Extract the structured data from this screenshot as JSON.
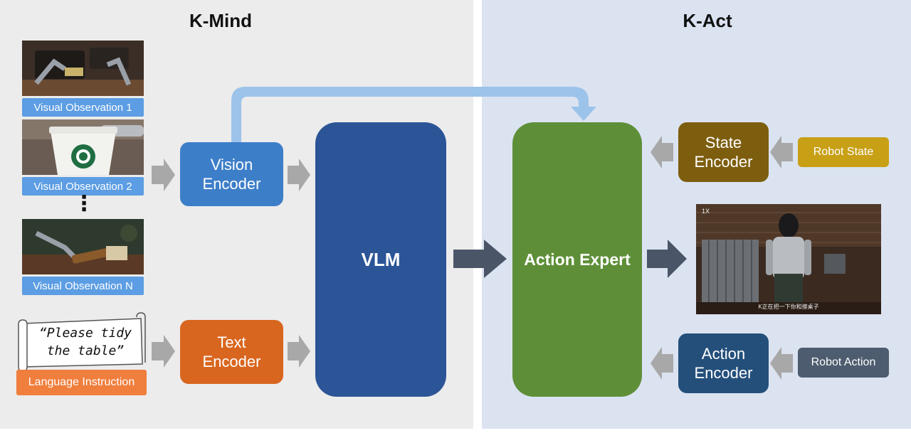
{
  "sections": {
    "left_title": "K-Mind",
    "right_title": "K-Act"
  },
  "observations": {
    "items": [
      {
        "label": "Visual Observation 1"
      },
      {
        "label": "Visual Observation 2"
      },
      {
        "label": "Visual Observation N"
      }
    ],
    "ellipsis": "⋮"
  },
  "language": {
    "quote_line1": "“Please tidy",
    "quote_line2": "the table”",
    "label": "Language Instruction"
  },
  "encoders": {
    "vision": {
      "line1": "Vision",
      "line2": "Encoder"
    },
    "text": {
      "line1": "Text",
      "line2": "Encoder"
    },
    "state": {
      "line1": "State",
      "line2": "Encoder"
    },
    "action": {
      "line1": "Action",
      "line2": "Encoder"
    }
  },
  "vlm": {
    "label": "VLM"
  },
  "action_expert": {
    "label": "Action Expert"
  },
  "inputs": {
    "robot_state": "Robot State",
    "robot_action": "Robot Action"
  },
  "video": {
    "speed": "1X",
    "subtitle": "K正在把一下你和擦桌子"
  },
  "colors": {
    "vision_encoder": "#3d7ec9",
    "text_encoder": "#d9661f",
    "vlm": "#2c5597",
    "action_expert": "#5e8f38",
    "state_encoder": "#7d5e0e",
    "action_encoder": "#244f7b",
    "robot_state": "#c8a016",
    "robot_action": "#4d5c6e",
    "skip_arrow": "#9cc3ea",
    "flow_arrow": "#4a5668",
    "input_arrow": "#a8a8a8"
  }
}
